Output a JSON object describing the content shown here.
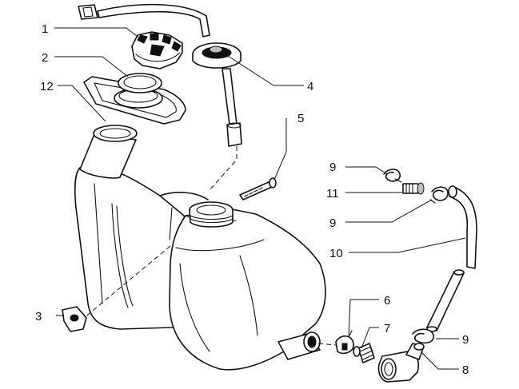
{
  "callouts": [
    {
      "id": "fuel-cap",
      "label": "1"
    },
    {
      "id": "gasket",
      "label": "2"
    },
    {
      "id": "filler-plate",
      "label": "12"
    },
    {
      "id": "fuel-gauge-sender",
      "label": "4"
    },
    {
      "id": "screw",
      "label": "5"
    },
    {
      "id": "clamp-upper",
      "label": "9"
    },
    {
      "id": "union",
      "label": "11"
    },
    {
      "id": "clamp-middle",
      "label": "9"
    },
    {
      "id": "fuel-hose",
      "label": "10"
    },
    {
      "id": "rubber-mount",
      "label": "3"
    },
    {
      "id": "tap-clip",
      "label": "6"
    },
    {
      "id": "filter",
      "label": "7"
    },
    {
      "id": "clamp-lower",
      "label": "9"
    },
    {
      "id": "fuel-tap",
      "label": "8"
    }
  ]
}
